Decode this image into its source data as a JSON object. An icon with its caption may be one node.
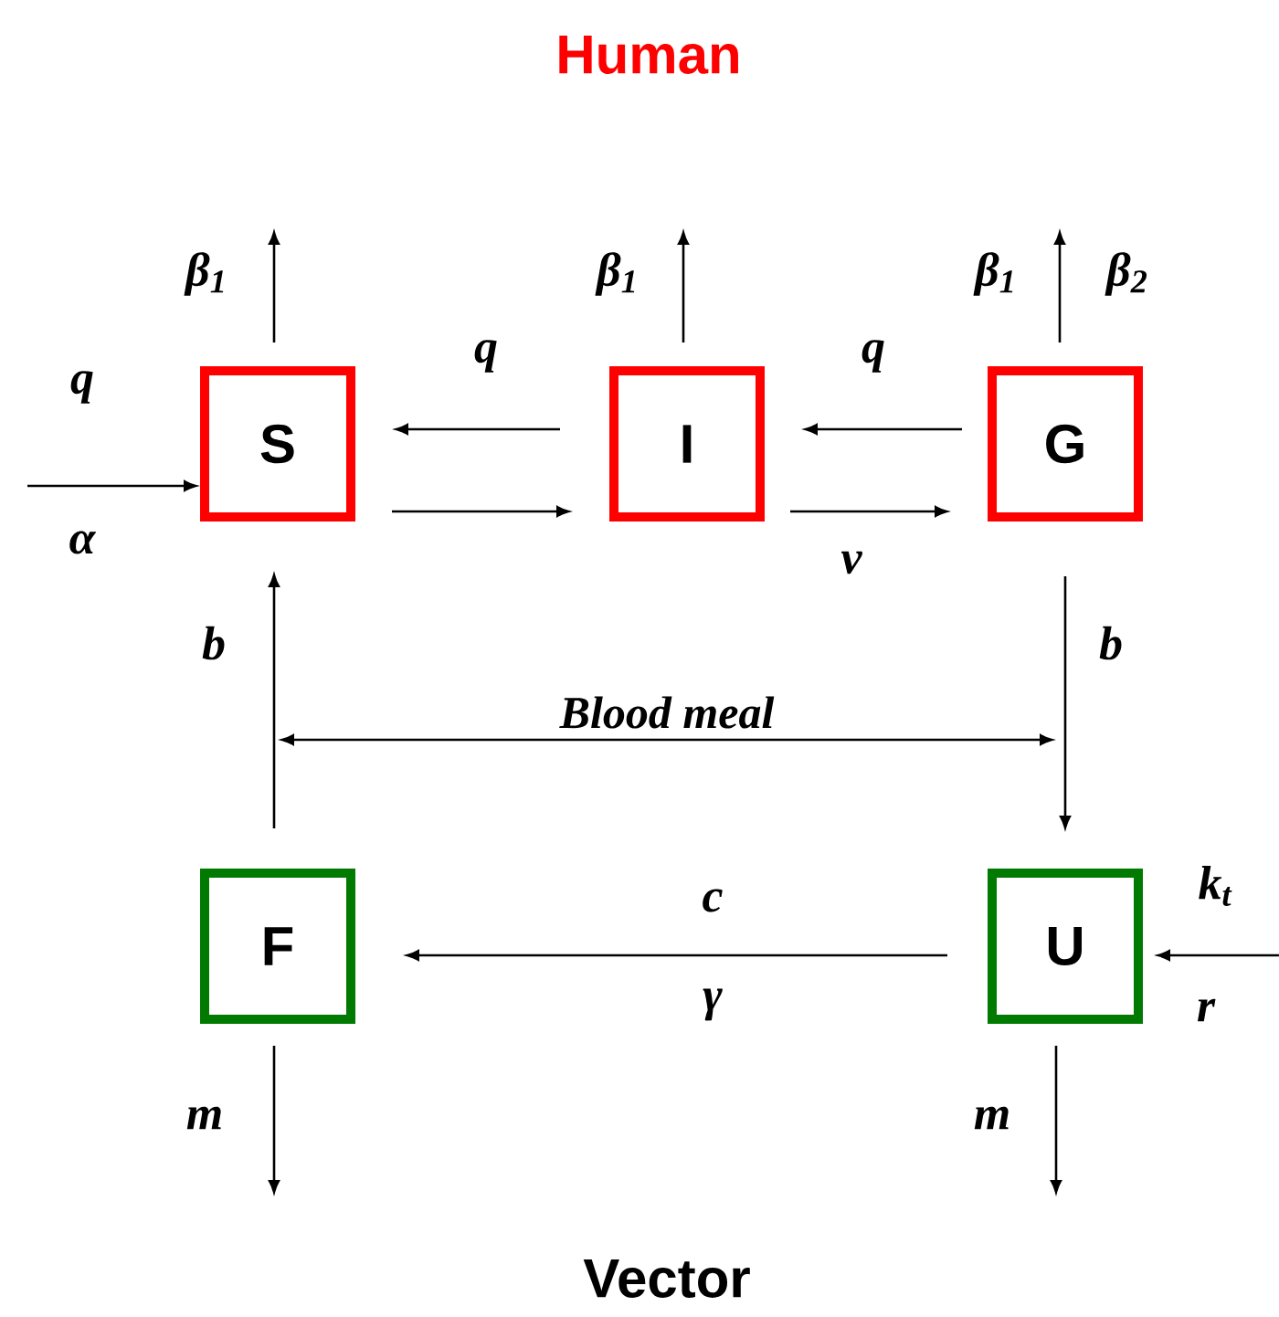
{
  "diagram": {
    "title": "Human",
    "caption": "Vector",
    "nodes": [
      {
        "text": [
          "S"
        ]
      },
      {
        "text": [
          "I"
        ]
      },
      {
        "text": [
          "G"
        ]
      },
      {
        "text": [
          "F"
        ]
      },
      {
        "text": [
          "U"
        ]
      }
    ],
    "edges": [
      {
        "from": null,
        "to": 0,
        "arrow": "to",
        "label": "q"
      },
      {
        "from": 0,
        "to": null,
        "arrow": "to",
        "label": "β$_{1}$"
      },
      {
        "from": 1,
        "to": null,
        "arrow": "to",
        "label": "β$_{1}$"
      },
      {
        "from": 2,
        "to": null,
        "arrow": "to",
        "label": "β$_{1}$"
      },
      {
        "from": 1,
        "to": 0,
        "arrow": "to",
        "label": "q"
      },
      {
        "from": 0,
        "to": 1,
        "arrow": "to"
      },
      {
        "from": 2,
        "to": 1,
        "arrow": "to",
        "label": "q"
      },
      {
        "from": 1,
        "to": 2,
        "arrow": "to",
        "label": "ν"
      },
      {
        "from": 3,
        "to": 0,
        "arrow": "to",
        "label": "b"
      },
      {
        "from": 2,
        "to": 4,
        "arrow": "to",
        "label": "b"
      },
      {
        "from": 4,
        "to": 3,
        "arrow": "to",
        "label": "c"
      },
      {
        "from": null,
        "to": 4,
        "arrow": "to",
        "label": "k$_{t}$"
      },
      {
        "from": 3,
        "to": null,
        "arrow": "to",
        "label": "m"
      },
      {
        "from": 4,
        "to": null,
        "arrow": "to",
        "label": "m"
      }
    ],
    "labels": [
      "β$_{2}$",
      "α",
      "Blood meal",
      "γ",
      "r"
    ]
  }
}
